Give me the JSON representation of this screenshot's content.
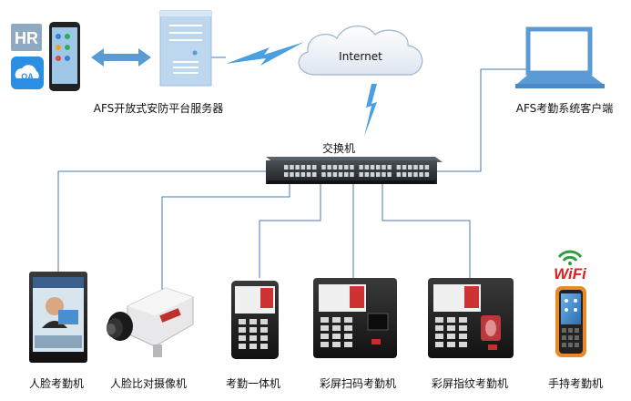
{
  "apps": {
    "hr_badge": "HR",
    "oa_badge": "OA"
  },
  "cloud_label": "Internet",
  "server_label": "AFS开放式安防平台服务器",
  "client_label": "AFS考勤系统客户端",
  "switch_label": "交换机",
  "wifi_label": "WiFi",
  "devices": [
    {
      "name": "face-attendance-terminal",
      "label": "人脸考勤机"
    },
    {
      "name": "face-compare-camera",
      "label": "人脸比对摄像机"
    },
    {
      "name": "attendance-all-in-one",
      "label": "考勤一体机"
    },
    {
      "name": "color-screen-scan-attendance",
      "label": "彩屏扫码考勤机"
    },
    {
      "name": "color-screen-fingerprint-attendance",
      "label": "彩屏指纹考勤机"
    },
    {
      "name": "handheld-attendance",
      "label": "手持考勤机"
    }
  ],
  "colors": {
    "link_line": "#4a78b8",
    "lightning": "#4a9fe0",
    "arrow": "#5b9bd5",
    "server_body": "#bdd7ee",
    "monitor_body": "#5b9bd5",
    "switch_body": "#2b2f33",
    "wifi_red": "#e02020",
    "wifi_green": "#2e9e3e"
  }
}
